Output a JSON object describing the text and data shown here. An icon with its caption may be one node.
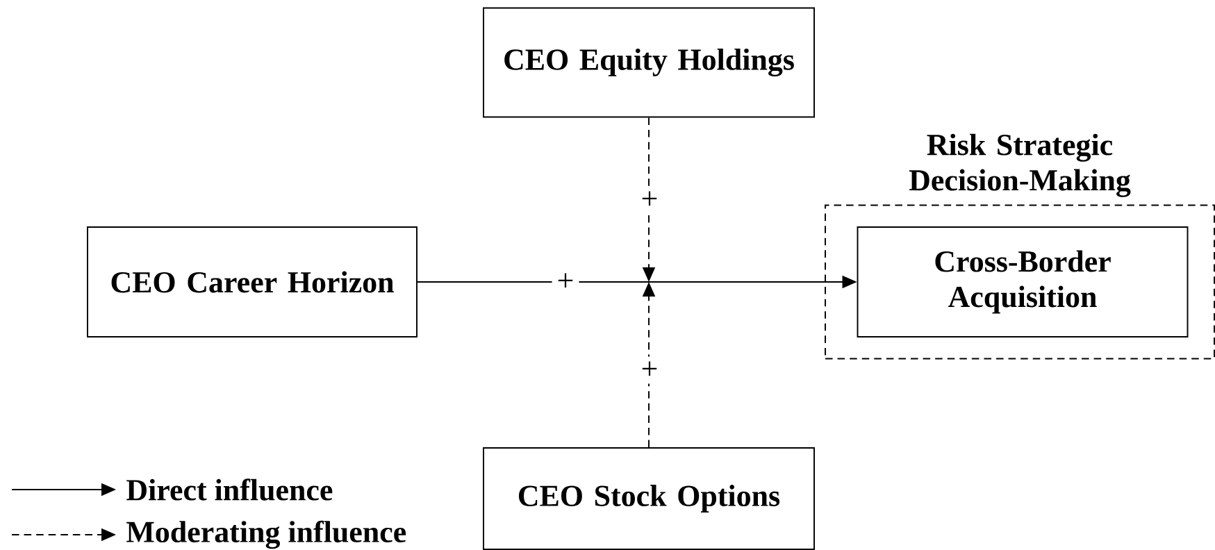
{
  "diagram": {
    "nodes": [
      {
        "text": [
          "CEO Equity Holdings"
        ]
      },
      {
        "text": [
          "CEO Career Horizon"
        ]
      },
      {
        "text": [
          "Risk Strategic Decision-Making"
        ]
      },
      {
        "text": [
          "Cross-Border Acquisition"
        ],
        "in": 2
      },
      {
        "text": [
          "CEO Stock Options"
        ]
      }
    ],
    "edges": [
      {
        "from": 1,
        "to": 3,
        "arrow": "to",
        "label": "+"
      },
      {
        "from": 0,
        "to": null,
        "arrow": "to",
        "label": "+",
        "style": "dashed"
      },
      {
        "from": 4,
        "to": null,
        "arrow": "to",
        "label": "+",
        "style": "dashed"
      }
    ],
    "legend": [
      {
        "text": "Direct influence"
      },
      {
        "text": "Moderating influence"
      }
    ]
  }
}
